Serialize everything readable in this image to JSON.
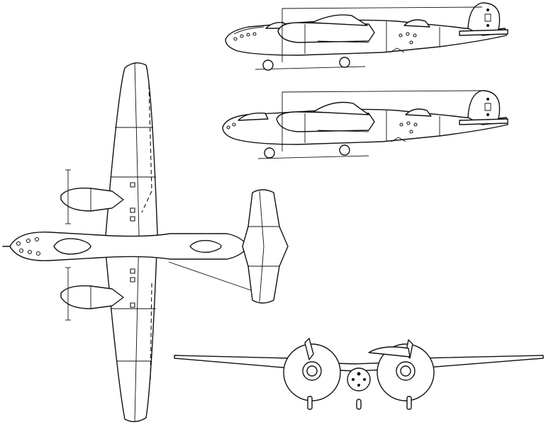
{
  "drawing": {
    "views": [
      "side-view-upper",
      "side-view-lower",
      "top-view",
      "front-view"
    ]
  }
}
